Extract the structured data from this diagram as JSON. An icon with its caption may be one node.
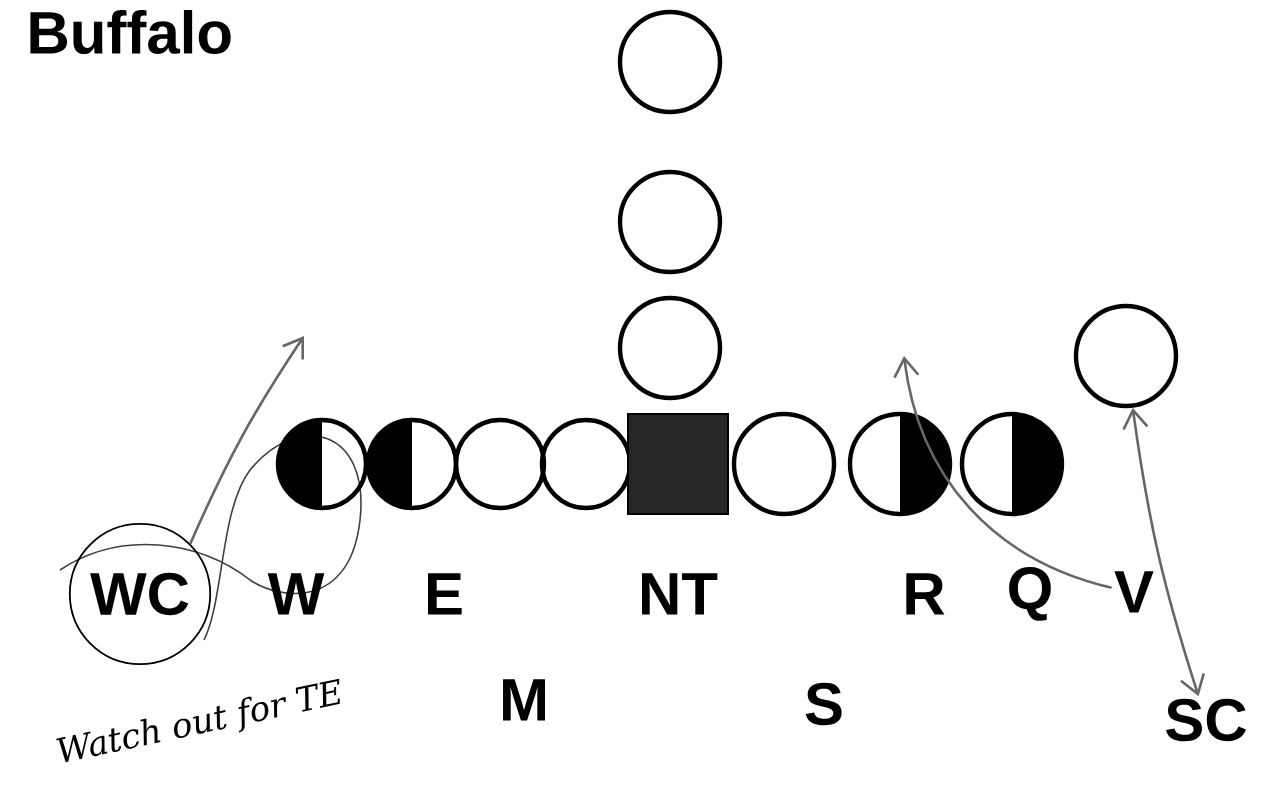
{
  "diagram": {
    "title": "Buffalo",
    "nodes": [
      {
        "text": [],
        "shape": "circle"
      },
      {
        "text": [],
        "shape": "circle"
      },
      {
        "text": [],
        "shape": "circle"
      },
      {
        "text": [],
        "shape": "circle"
      },
      {
        "text": [],
        "shape": "circle"
      },
      {
        "text": [],
        "shape": "circle"
      },
      {
        "text": [],
        "shape": "circle"
      },
      {
        "text": [],
        "shape": "box"
      },
      {
        "text": [],
        "shape": "circle"
      },
      {
        "text": [],
        "shape": "circle"
      },
      {
        "text": [],
        "shape": "circle"
      },
      {
        "text": [],
        "shape": "circle"
      },
      {
        "text": [
          "WC"
        ]
      },
      {
        "text": [
          "V"
        ]
      },
      {
        "text": [
          "SC"
        ]
      }
    ],
    "edges": [
      {
        "from": 12,
        "to": null,
        "arrow": "to"
      },
      {
        "from": 13,
        "to": null,
        "arrow": "to"
      },
      {
        "from": 14,
        "to": 11,
        "arrow": "both"
      }
    ],
    "labels": [
      "W",
      "E",
      "NT",
      "R",
      "Q",
      "M",
      "S",
      "Watch out for TE"
    ]
  }
}
